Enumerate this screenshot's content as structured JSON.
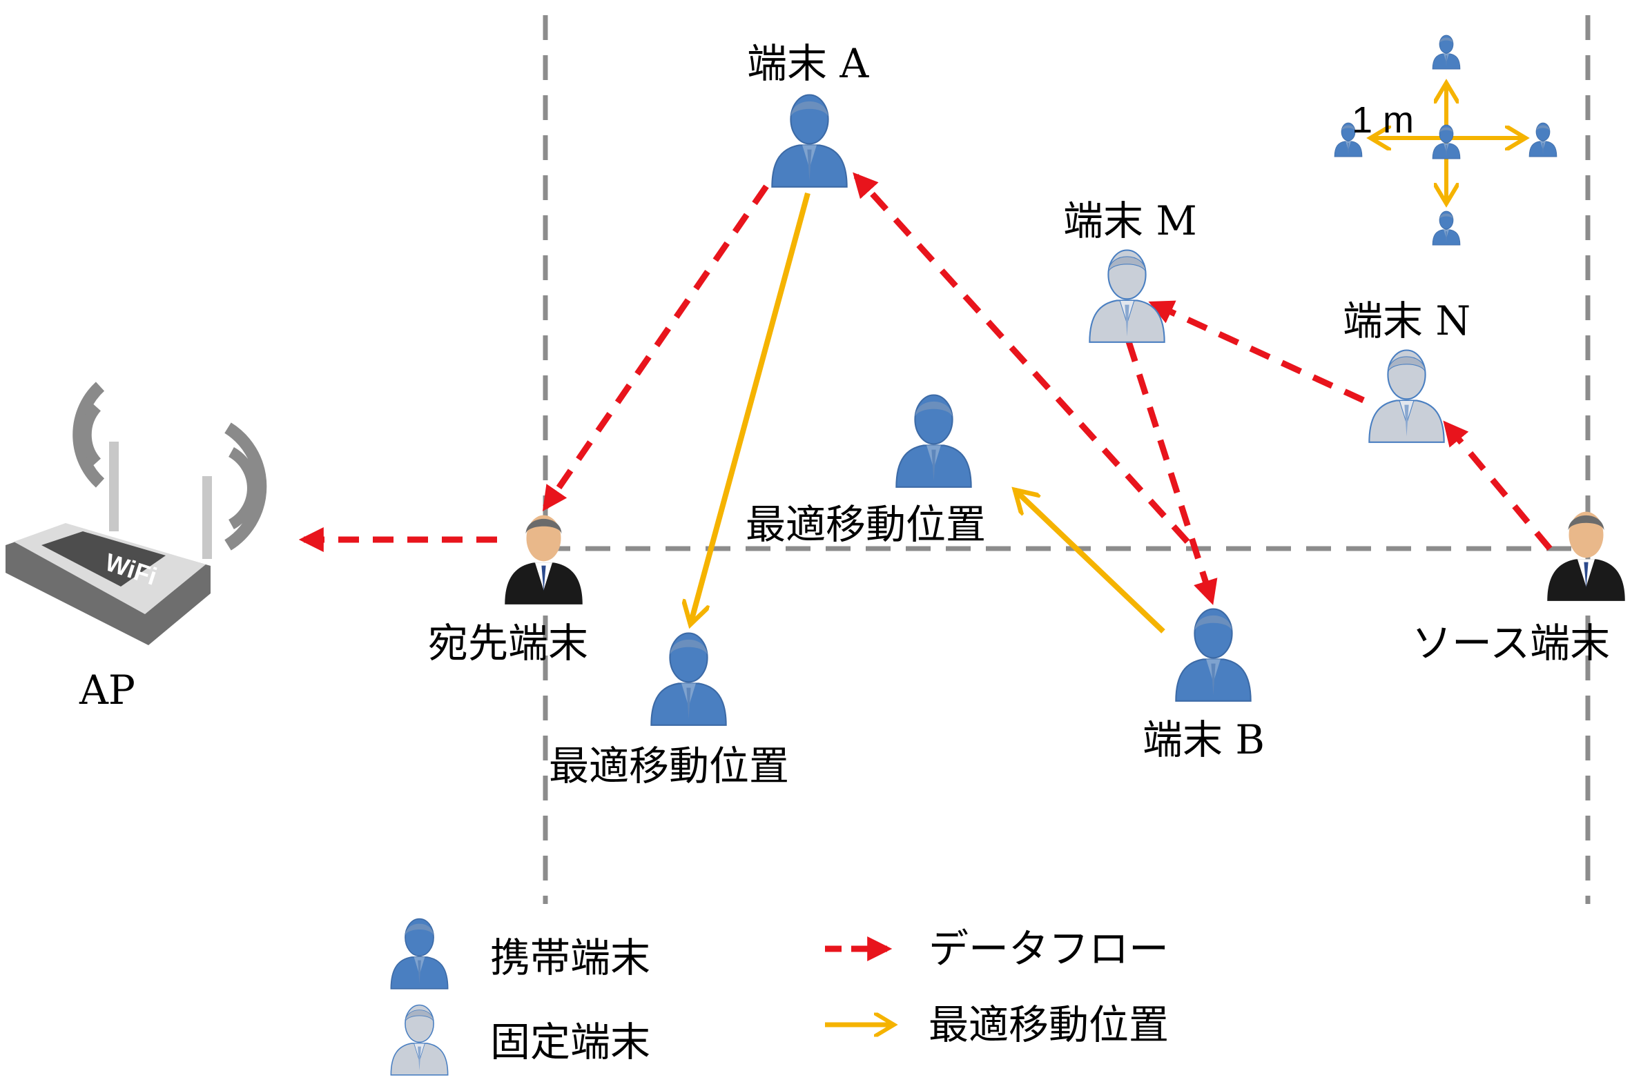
{
  "labels": {
    "ap": "AP",
    "destination": "宛先端末",
    "source": "ソース端末",
    "terminal_a": "端末 A",
    "terminal_b": "端末 B",
    "terminal_m": "端末 M",
    "terminal_n": "端末 N",
    "optimal_position_1": "最適移動位置",
    "optimal_position_2": "最適移動位置",
    "scale": "1 m"
  },
  "legend": {
    "mobile": "携帯端末",
    "fixed": "固定端末",
    "dataflow": "データフロー",
    "optimal": "最適移動位置"
  },
  "router_logo": "WiFi",
  "colors": {
    "mobile_node": "#4a7fc1",
    "fixed_node": "#c9cfd8",
    "endpoint_suit": "#1a1a1a",
    "endpoint_face": "#e9b88a",
    "data_flow": "#e8141c",
    "optimal_move": "#f5b300",
    "boundary": "#8c8c8c",
    "router_body": "#6e6e6e",
    "signal_waves": "#8a8a8a"
  },
  "icons": {
    "mobile": "person-blue-icon",
    "fixed": "person-gray-icon",
    "endpoint": "person-suit-icon",
    "router": "wifi-router-icon"
  }
}
